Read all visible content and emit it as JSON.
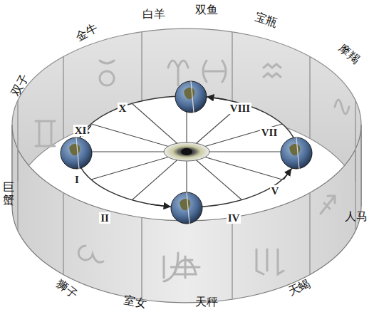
{
  "diagram": {
    "labels": [
      "白羊",
      "双鱼",
      "金牛",
      "宝瓶",
      "摩羯",
      "双子",
      "X",
      "VIII",
      "XI",
      "VII",
      "巨蟹",
      "I",
      "V",
      "II",
      "IV",
      "人马",
      "狮子",
      "天蝎",
      "室女",
      "天秤"
    ]
  }
}
